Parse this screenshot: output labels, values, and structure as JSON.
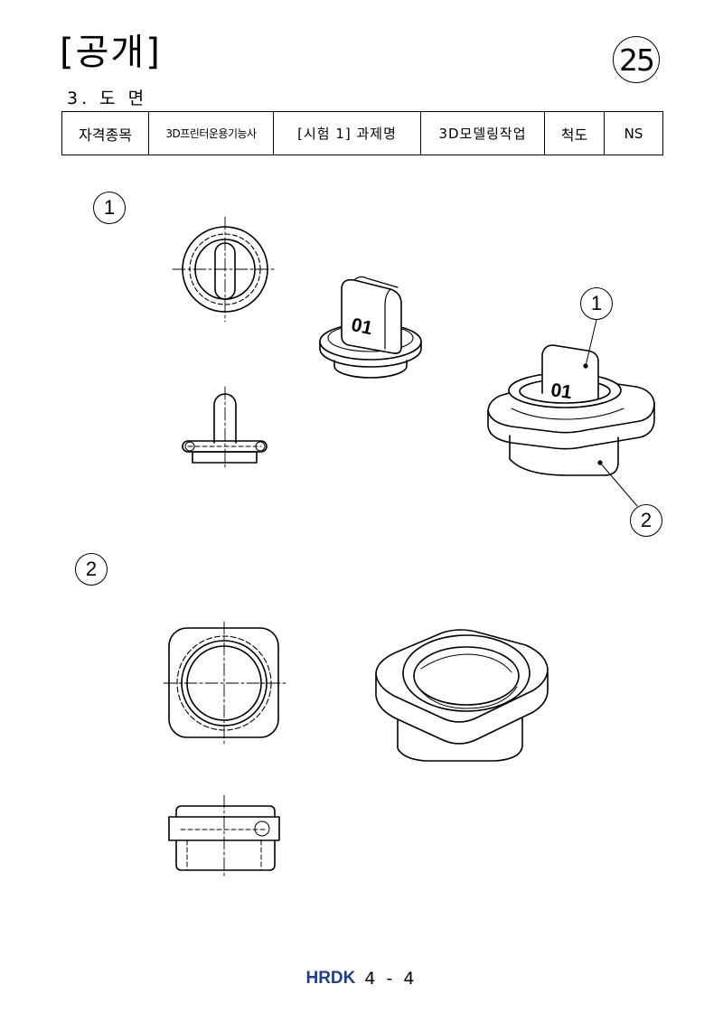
{
  "header": {
    "title": "[공개]",
    "subtitle": "3. 도 면",
    "page_circle": "25"
  },
  "info_table": {
    "label_qualification": "자격종목",
    "qualification": "3D프린터운용기능사",
    "label_task": "[시험 1] 과제명",
    "task": "3D모델링작업",
    "label_scale": "척도",
    "scale": "NS"
  },
  "sections": {
    "section1_number": "1",
    "section2_number": "2"
  },
  "callouts": {
    "part1": "1",
    "part2": "2",
    "tag_text": "01"
  },
  "footer": {
    "logo": "HRDK",
    "page": "4 - 4"
  }
}
